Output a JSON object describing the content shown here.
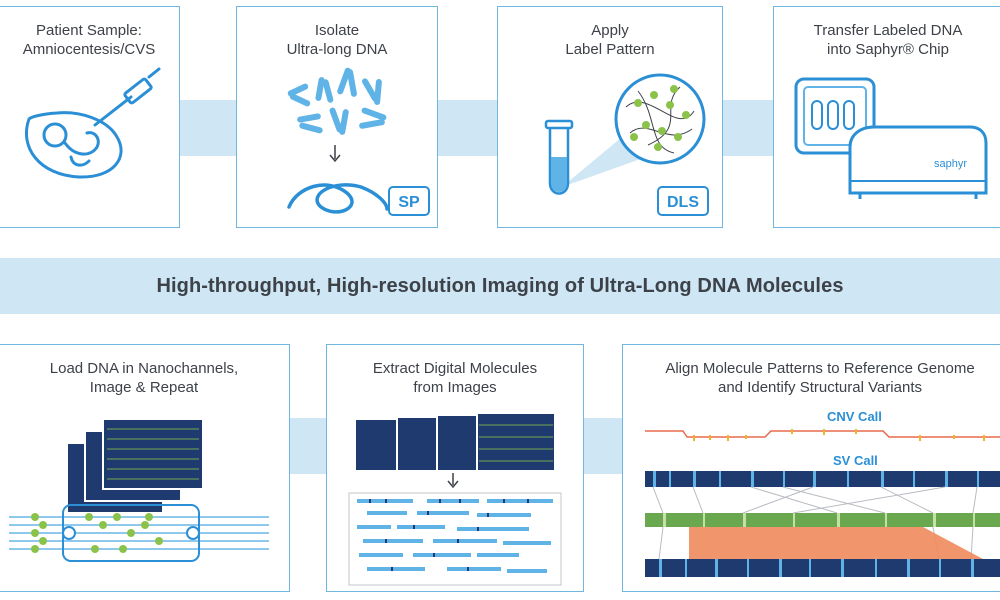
{
  "banner": {
    "title": "High-throughput, High-resolution Imaging of Ultra-Long DNA Molecules"
  },
  "steps": [
    {
      "title": "Patient Sample:\nAmniocentesis/CVS"
    },
    {
      "title": "Isolate\nUltra-long DNA",
      "badge": "SP"
    },
    {
      "title": "Apply\nLabel Pattern",
      "badge": "DLS"
    },
    {
      "title": "Transfer Labeled DNA\ninto Saphyr® Chip",
      "device_label": "saphyr"
    },
    {
      "title": "Load DNA in Nanochannels,\nImage & Repeat"
    },
    {
      "title": "Extract Digital Molecules\nfrom Images"
    },
    {
      "title": "Align Molecule Patterns to Reference Genome\nand Identify Structural Variants",
      "cnv_label": "CNV Call",
      "sv_label": "SV Call"
    }
  ],
  "colors": {
    "accent": "#2b8fd6",
    "light_blue": "#cfe6f4",
    "border": "#6fb6e0",
    "navy": "#1e3a6e",
    "green": "#8bc34a",
    "orange": "#f08a5d"
  }
}
